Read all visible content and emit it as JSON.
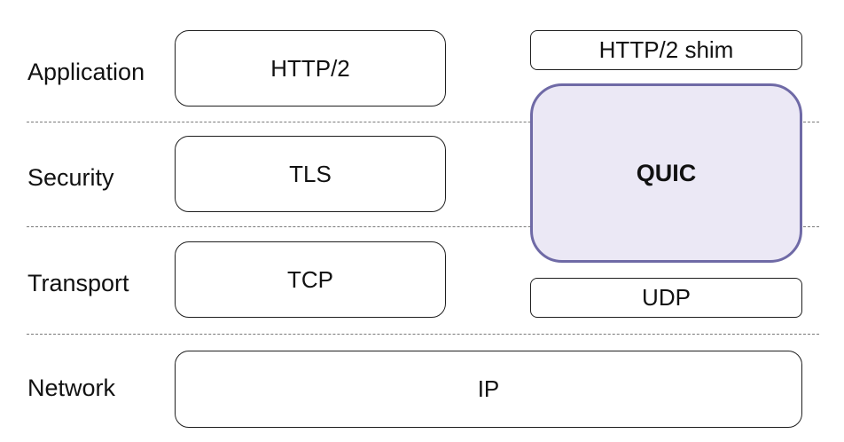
{
  "layers": {
    "application": "Application",
    "security": "Security",
    "transport": "Transport",
    "network": "Network"
  },
  "left_stack": {
    "http2": "HTTP/2",
    "tls": "TLS",
    "tcp": "TCP"
  },
  "right_stack": {
    "http2_shim": "HTTP/2 shim",
    "quic": "QUIC",
    "udp": "UDP"
  },
  "shared": {
    "ip": "IP"
  },
  "colors": {
    "quic_fill": "#ebe8f5",
    "quic_border": "#6f6aa6",
    "box_border": "#1f1f1f",
    "divider": "#7a7a7a"
  }
}
